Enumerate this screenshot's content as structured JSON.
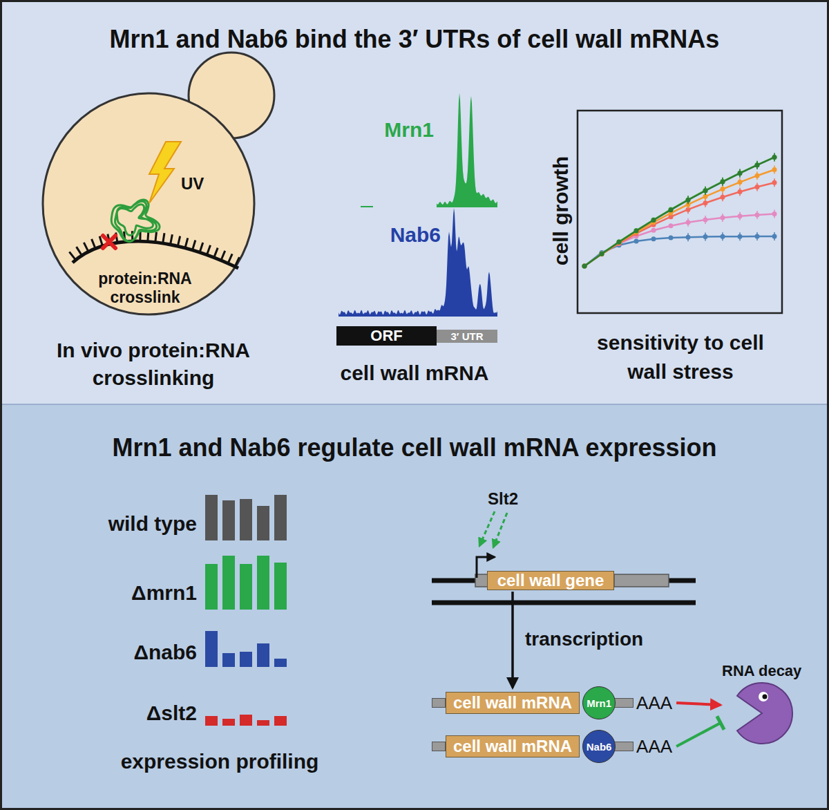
{
  "diagram": {
    "nodes": [
      {
        "text": [
          "Mrn1 and Nab6 bind the 3′ UTRs of cell wall mRNAs"
        ]
      },
      {
        "text": [
          "ORF"
        ],
        "in": 0
      },
      {
        "text": [
          "3′ UTR"
        ],
        "in": 0
      },
      {
        "text": [
          "Mrn1 and Nab6 regulate cell wall mRNA expression"
        ]
      },
      {
        "text": [
          "cell wall gene"
        ],
        "in": 3
      },
      {
        "text": [
          "cell wall mRNA",
          "AAA"
        ],
        "in": 3
      },
      {
        "text": [
          "Mrn1"
        ],
        "in": 5
      },
      {
        "text": [
          "cell wall mRNA",
          "AAA"
        ],
        "in": 3
      },
      {
        "text": [
          "Nab6"
        ],
        "in": 7
      },
      {
        "text": [
          "RNA decay"
        ],
        "in": 3
      }
    ],
    "edges": [
      {
        "from": 4,
        "to": 5,
        "label": "transcription",
        "arrow": "to"
      },
      {
        "from": 5,
        "to": 9,
        "arrow": "to"
      },
      {
        "from": 7,
        "to": 9,
        "arrow": "to"
      }
    ],
    "labels": [
      "UV",
      "protein:RNA crosslink",
      "In vivo protein:RNA crosslinking",
      "Mrn1",
      "Nab6",
      "cell wall mRNA",
      "cell growth",
      "sensitivity to cell wall stress",
      "wild type",
      "Δmrn1",
      "Δnab6",
      "Δslt2",
      "expression profiling",
      "Slt2"
    ]
  }
}
